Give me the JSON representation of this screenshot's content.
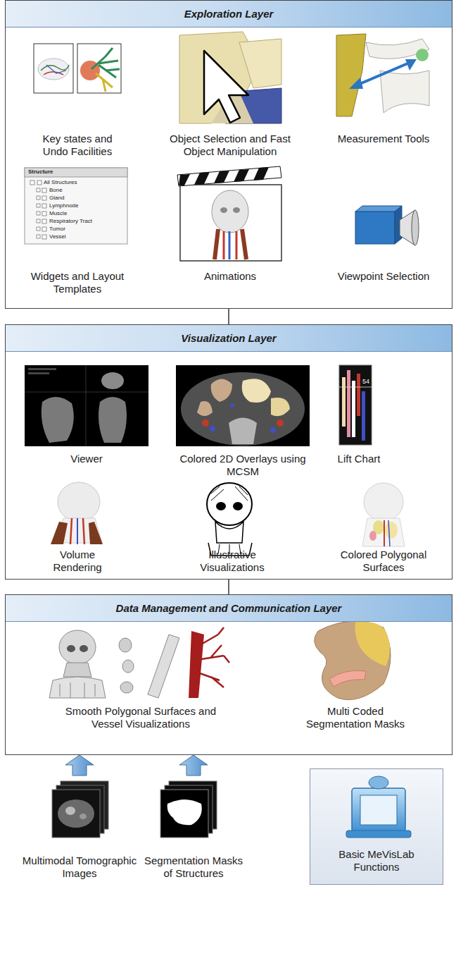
{
  "diagram": {
    "nodes": [
      {
        "text": [
          "Exploration Layer"
        ]
      },
      {
        "text": [
          "Key states and Undo Facilities"
        ],
        "in": 0
      },
      {
        "text": [
          "Object Selection and Fast Object Manipulation"
        ],
        "in": 0
      },
      {
        "text": [
          "Measurement Tools"
        ],
        "in": 0
      },
      {
        "text": [
          "Widgets and Layout Templates"
        ],
        "in": 0
      },
      {
        "text": [
          "Animations"
        ],
        "in": 0
      },
      {
        "text": [
          "Viewpoint Selection"
        ],
        "in": 0
      },
      {
        "text": [
          "Visualization Layer"
        ]
      },
      {
        "text": [
          "Viewer"
        ],
        "in": 7
      },
      {
        "text": [
          "Colored 2D Overlays using MCSM"
        ],
        "in": 7
      },
      {
        "text": [
          "Lift Chart"
        ],
        "in": 7
      },
      {
        "text": [
          "Volume Rendering"
        ],
        "in": 7
      },
      {
        "text": [
          "Illustrative Visualizations"
        ],
        "in": 7
      },
      {
        "text": [
          "Colored Polygonal Surfaces"
        ],
        "in": 7
      },
      {
        "text": [
          "Data Management and Communication Layer"
        ]
      },
      {
        "text": [
          "Smooth Polygonal Surfaces and Vessel Visualizations"
        ],
        "in": 14
      },
      {
        "text": [
          "Multi Coded Segmentation Masks"
        ],
        "in": 14
      },
      {
        "text": [
          "Multimodal Tomographic Images"
        ]
      },
      {
        "text": [
          "Segmentation Masks of Structures"
        ]
      },
      {
        "text": [
          "Basic MeVisLab Functions"
        ]
      }
    ],
    "edges": [
      {
        "from": 0,
        "to": 7,
        "arrow": "none"
      },
      {
        "from": 7,
        "to": 14,
        "arrow": "none"
      },
      {
        "from": 17,
        "to": 14,
        "arrow": "to"
      },
      {
        "from": 18,
        "to": 14,
        "arrow": "to"
      }
    ],
    "labels": [
      "Structure",
      "All Structures",
      "Bone",
      "Gland",
      "Lymphnode",
      "Muscle",
      "Respiratory Tract",
      "Tumor",
      "Vessel",
      "54"
    ]
  }
}
